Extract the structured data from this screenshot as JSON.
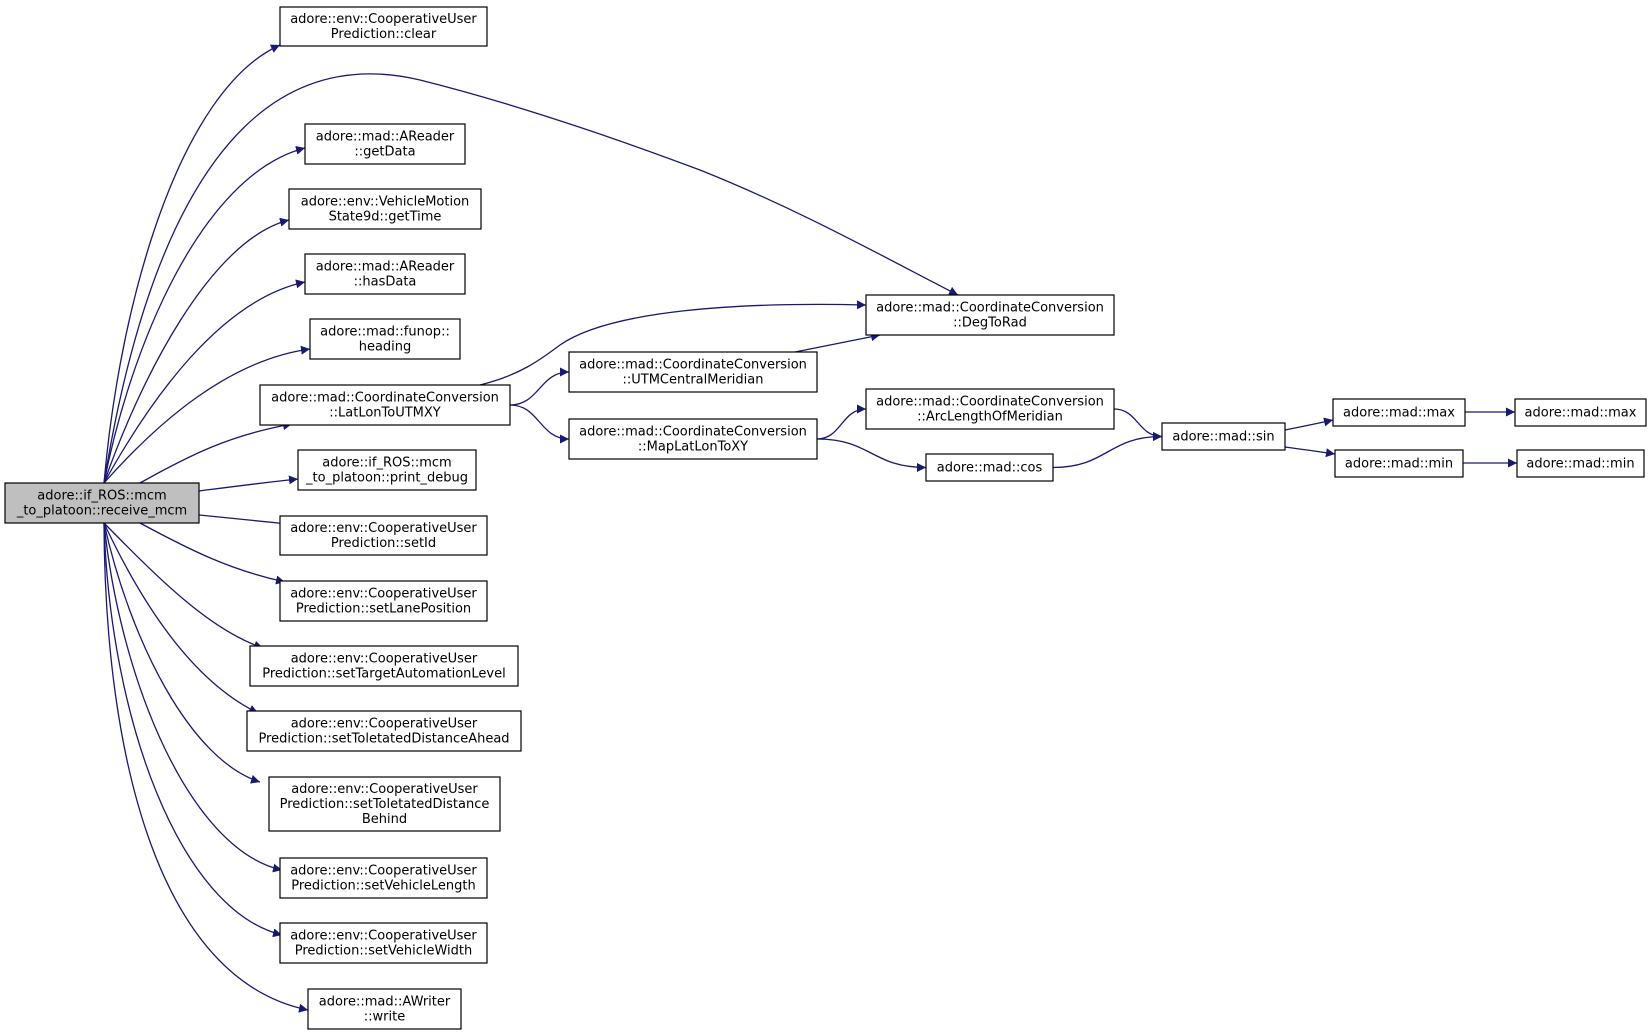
{
  "diagram": {
    "edge_color": "#191970",
    "root_fill": "#bfbfbf",
    "nodes": [
      {
        "id": "receive_mcm",
        "lines": [
          "adore::if_ROS::mcm",
          "_to_platoon::receive_mcm"
        ],
        "root": true
      },
      {
        "id": "clear",
        "lines": [
          "adore::env::CooperativeUser",
          "Prediction::clear"
        ]
      },
      {
        "id": "getData",
        "lines": [
          "adore::mad::AReader",
          "::getData"
        ]
      },
      {
        "id": "getTime",
        "lines": [
          "adore::env::VehicleMotion",
          "State9d::getTime"
        ]
      },
      {
        "id": "hasData",
        "lines": [
          "adore::mad::AReader",
          "::hasData"
        ]
      },
      {
        "id": "heading",
        "lines": [
          "adore::mad::funop::",
          "heading"
        ]
      },
      {
        "id": "LatLonToUTMXY",
        "lines": [
          "adore::mad::CoordinateConversion",
          "::LatLonToUTMXY"
        ]
      },
      {
        "id": "print_debug",
        "lines": [
          "adore::if_ROS::mcm",
          "_to_platoon::print_debug"
        ]
      },
      {
        "id": "setId",
        "lines": [
          "adore::env::CooperativeUser",
          "Prediction::setId"
        ]
      },
      {
        "id": "setLanePosition",
        "lines": [
          "adore::env::CooperativeUser",
          "Prediction::setLanePosition"
        ]
      },
      {
        "id": "setTargetAutomationLevel",
        "lines": [
          "adore::env::CooperativeUser",
          "Prediction::setTargetAutomationLevel"
        ]
      },
      {
        "id": "setToletatedDistanceAhead",
        "lines": [
          "adore::env::CooperativeUser",
          "Prediction::setToletatedDistanceAhead"
        ]
      },
      {
        "id": "setToletatedDistanceBehind",
        "lines": [
          "adore::env::CooperativeUser",
          "Prediction::setToletatedDistance",
          "Behind"
        ]
      },
      {
        "id": "setVehicleLength",
        "lines": [
          "adore::env::CooperativeUser",
          "Prediction::setVehicleLength"
        ]
      },
      {
        "id": "setVehicleWidth",
        "lines": [
          "adore::env::CooperativeUser",
          "Prediction::setVehicleWidth"
        ]
      },
      {
        "id": "write",
        "lines": [
          "adore::mad::AWriter",
          "::write"
        ]
      },
      {
        "id": "DegToRad",
        "lines": [
          "adore::mad::CoordinateConversion",
          "::DegToRad"
        ]
      },
      {
        "id": "UTMCentralMeridian",
        "lines": [
          "adore::mad::CoordinateConversion",
          "::UTMCentralMeridian"
        ]
      },
      {
        "id": "MapLatLonToXY",
        "lines": [
          "adore::mad::CoordinateConversion",
          "::MapLatLonToXY"
        ]
      },
      {
        "id": "ArcLengthOfMeridian",
        "lines": [
          "adore::mad::CoordinateConversion",
          "::ArcLengthOfMeridian"
        ]
      },
      {
        "id": "cos",
        "lines": [
          "adore::mad::cos"
        ]
      },
      {
        "id": "sin",
        "lines": [
          "adore::mad::sin"
        ]
      },
      {
        "id": "max1",
        "lines": [
          "adore::mad::max"
        ]
      },
      {
        "id": "max2",
        "lines": [
          "adore::mad::max"
        ]
      },
      {
        "id": "min1",
        "lines": [
          "adore::mad::min"
        ]
      },
      {
        "id": "min2",
        "lines": [
          "adore::mad::min"
        ]
      }
    ],
    "edges": [
      {
        "from": "receive_mcm",
        "to": "clear"
      },
      {
        "from": "receive_mcm",
        "to": "DegToRad"
      },
      {
        "from": "receive_mcm",
        "to": "getData"
      },
      {
        "from": "receive_mcm",
        "to": "getTime"
      },
      {
        "from": "receive_mcm",
        "to": "hasData"
      },
      {
        "from": "receive_mcm",
        "to": "heading"
      },
      {
        "from": "receive_mcm",
        "to": "LatLonToUTMXY"
      },
      {
        "from": "receive_mcm",
        "to": "print_debug"
      },
      {
        "from": "receive_mcm",
        "to": "setId"
      },
      {
        "from": "receive_mcm",
        "to": "setLanePosition"
      },
      {
        "from": "receive_mcm",
        "to": "setTargetAutomationLevel"
      },
      {
        "from": "receive_mcm",
        "to": "setToletatedDistanceAhead"
      },
      {
        "from": "receive_mcm",
        "to": "setToletatedDistanceBehind"
      },
      {
        "from": "receive_mcm",
        "to": "setVehicleLength"
      },
      {
        "from": "receive_mcm",
        "to": "setVehicleWidth"
      },
      {
        "from": "receive_mcm",
        "to": "write"
      },
      {
        "from": "LatLonToUTMXY",
        "to": "DegToRad"
      },
      {
        "from": "LatLonToUTMXY",
        "to": "UTMCentralMeridian"
      },
      {
        "from": "LatLonToUTMXY",
        "to": "MapLatLonToXY"
      },
      {
        "from": "UTMCentralMeridian",
        "to": "DegToRad"
      },
      {
        "from": "MapLatLonToXY",
        "to": "ArcLengthOfMeridian"
      },
      {
        "from": "MapLatLonToXY",
        "to": "cos"
      },
      {
        "from": "ArcLengthOfMeridian",
        "to": "sin"
      },
      {
        "from": "cos",
        "to": "sin"
      },
      {
        "from": "sin",
        "to": "max1"
      },
      {
        "from": "sin",
        "to": "min1"
      },
      {
        "from": "max1",
        "to": "max2"
      },
      {
        "from": "min1",
        "to": "min2"
      }
    ]
  }
}
